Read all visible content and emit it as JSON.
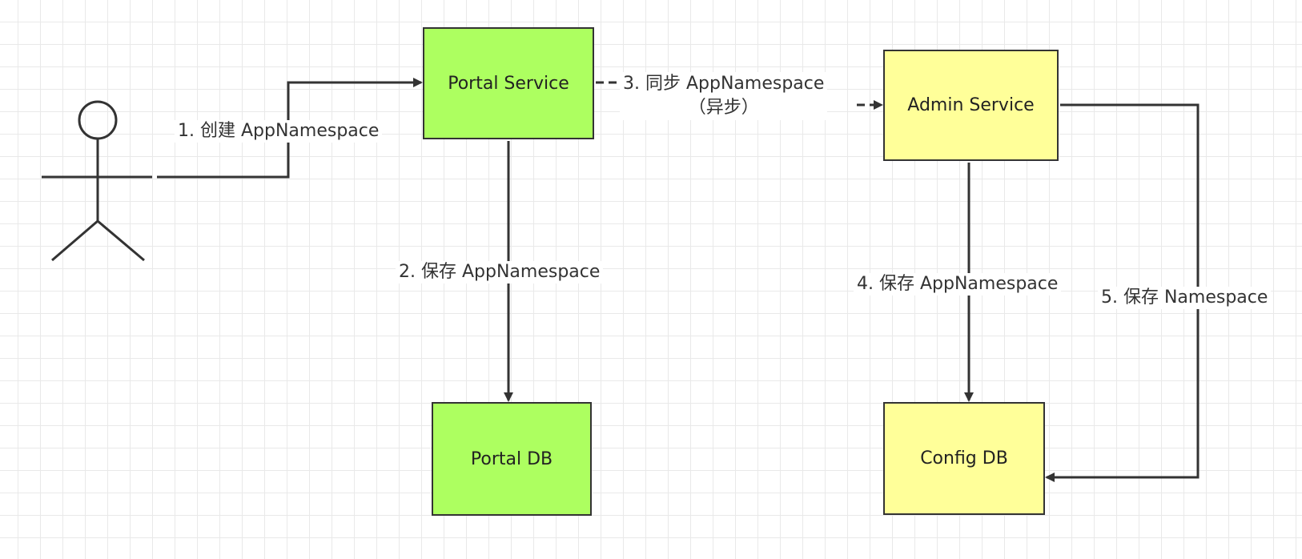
{
  "colors": {
    "portal_fill": "#adff60",
    "admin_fill": "#ffff99",
    "stroke": "#333333",
    "grid": "#e9e9e9"
  },
  "actor": {
    "icon": "user-actor-icon"
  },
  "nodes": {
    "portal_service": "Portal Service",
    "portal_db": "Portal DB",
    "admin_service": "Admin Service",
    "config_db": "Config DB"
  },
  "edges": {
    "step1": "1. 创建 AppNamespace",
    "step2": "2. 保存 AppNamespace",
    "step3_line1": "3. 同步 AppNamespace",
    "step3_line2": "（异步）",
    "step4": "4. 保存 AppNamespace",
    "step5": "5. 保存 Namespace"
  }
}
